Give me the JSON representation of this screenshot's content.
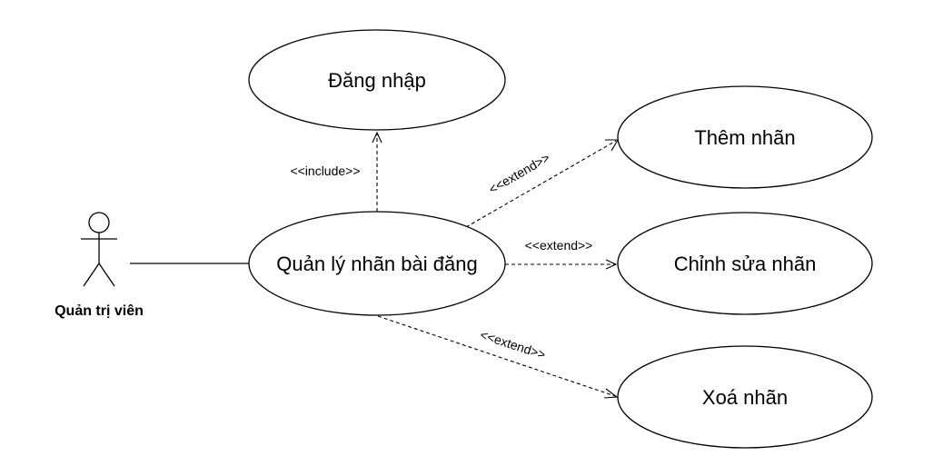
{
  "actor": {
    "name": "Quản trị viên"
  },
  "use_cases": {
    "login": "Đăng nhập",
    "manage": "Quản lý nhãn bài đăng",
    "add": "Thêm nhãn",
    "edit": "Chỉnh sửa nhãn",
    "delete": "Xoá nhãn"
  },
  "relations": {
    "include": "<<include>>",
    "extend_add": "<<extend>>",
    "extend_edit": "<<extend>>",
    "extend_delete": "<<extend>>"
  }
}
